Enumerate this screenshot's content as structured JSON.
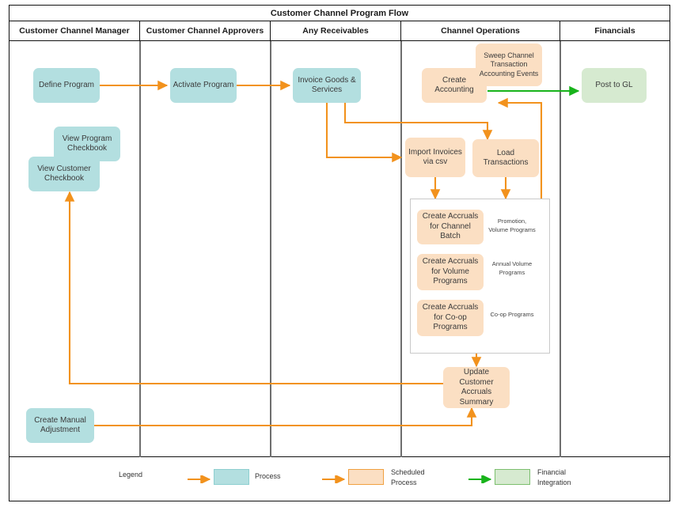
{
  "diagram": {
    "title": "Customer Channel Program Flow",
    "lanes": [
      {
        "id": "manager",
        "label": "Customer Channel Manager"
      },
      {
        "id": "approvers",
        "label": "Customer Channel Approvers"
      },
      {
        "id": "receivables",
        "label": "Any Receivables"
      },
      {
        "id": "operations",
        "label": "Channel Operations"
      },
      {
        "id": "financials",
        "label": "Financials"
      }
    ],
    "nodes": [
      {
        "id": "define-program",
        "label": "Define Program",
        "type": "process"
      },
      {
        "id": "view-program-checkbook",
        "label": "View Program Checkbook",
        "type": "process"
      },
      {
        "id": "view-customer-checkbook",
        "label": "View Customer Checkbook",
        "type": "process"
      },
      {
        "id": "create-manual-adjustment",
        "label": "Create Manual Adjustment",
        "type": "process"
      },
      {
        "id": "activate-program",
        "label": "Activate Program",
        "type": "process"
      },
      {
        "id": "invoice-goods-services",
        "label": "Invoice Goods & Services",
        "type": "process"
      },
      {
        "id": "create-accounting",
        "label": "Create Accounting",
        "type": "scheduled"
      },
      {
        "id": "sweep-channel-transaction-accounting-events",
        "label": "Sweep Channel Transaction Accounting Events",
        "type": "scheduled"
      },
      {
        "id": "import-invoices-via-csv",
        "label": "Import Invoices via csv",
        "type": "scheduled"
      },
      {
        "id": "load-transactions",
        "label": "Load Transactions",
        "type": "scheduled"
      },
      {
        "id": "create-accruals-channel-batch",
        "label": "Create Accruals for Channel Batch",
        "type": "scheduled"
      },
      {
        "id": "create-accruals-volume-programs",
        "label": "Create Accruals for Volume Programs",
        "type": "scheduled"
      },
      {
        "id": "create-accruals-co-op-programs",
        "label": "Create Accruals for Co-op Programs",
        "type": "scheduled"
      },
      {
        "id": "update-customer-accruals-summary",
        "label": "Update Customer Accruals Summary",
        "type": "scheduled"
      },
      {
        "id": "post-to-gl",
        "label": "Post to GL",
        "type": "financial"
      }
    ],
    "annotations": [
      {
        "id": "promotion-volume-programs",
        "label": "Promotion, Volume Programs"
      },
      {
        "id": "annual-volume-programs",
        "label": "Annual Volume Programs"
      },
      {
        "id": "co-op-programs",
        "label": "Co-op Programs"
      }
    ],
    "legend": {
      "title": "Legend",
      "items": [
        {
          "id": "process",
          "label": "Process",
          "swatch": "#b3dfe0",
          "border": "#8ecfd0",
          "arrow": "#f2921d"
        },
        {
          "id": "scheduled-process",
          "label": "Scheduled Process",
          "swatch": "#fbdfc3",
          "border": "#f0a040",
          "arrow": "#f2921d"
        },
        {
          "id": "financial-integration",
          "label": "Financial Integration",
          "swatch": "#d6ead0",
          "border": "#7cbf6e",
          "arrow": "#18b31b"
        }
      ]
    },
    "colors": {
      "process": "#b3dfe0",
      "scheduled": "#fbdfc3",
      "financial": "#d6ead0",
      "flow_arrow": "#f2921d",
      "integration_arrow": "#18b31b",
      "frame": "#111111",
      "lane_divider": "#6e6e6e"
    }
  }
}
